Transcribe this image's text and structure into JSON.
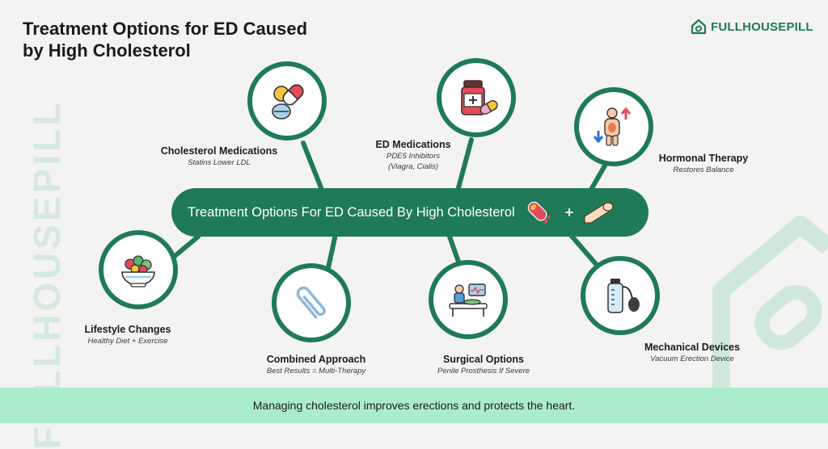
{
  "title": {
    "line1": "Treatment Options for ED Caused",
    "line2": "by High Cholesterol"
  },
  "brand": {
    "name": "FULLHOUSEPILL",
    "watermark": "FULLHOUSEPILL"
  },
  "central": {
    "title": "Treatment Options For ED Caused By High Cholesterol",
    "plus": "+",
    "icons": [
      "clogged-artery-icon",
      "flaccid-penis-icon"
    ]
  },
  "nodes": {
    "cholesterol_medications": {
      "title": "Cholesterol Medications",
      "subtitle": "Statins Lower LDL",
      "icon": "pills-icon"
    },
    "ed_medications": {
      "title": "ED Medications",
      "subtitle_lines": [
        "PDE5 Inhibitors",
        "(Viagra, Cialis)"
      ],
      "icon": "medicine-bottle-icon"
    },
    "hormonal_therapy": {
      "title": "Hormonal Therapy",
      "subtitle": "Restores Balance",
      "icon": "hormone-body-icon"
    },
    "lifestyle_changes": {
      "title": "Lifestyle Changes",
      "subtitle": "Healthy Diet + Exercise",
      "icon": "salad-bowl-icon"
    },
    "combined_approach": {
      "title": "Combined Approach",
      "subtitle": "Best Results = Multi-Therapy",
      "icon": "paperclip-icon"
    },
    "surgical_options": {
      "title": "Surgical Options",
      "subtitle": "Penile Prosthesis If Severe",
      "icon": "surgery-icon"
    },
    "mechanical_devices": {
      "title": "Mechanical Devices",
      "subtitle": "Vacuum Erection Device",
      "icon": "vacuum-pump-icon"
    }
  },
  "footer": {
    "text": "Managing cholesterol improves erections and protects the heart."
  },
  "colors": {
    "primary_green": "#1f7a58",
    "footer_band": "#aaeccc",
    "background": "#f3f3f1",
    "watermark": "#d6e9e0"
  }
}
